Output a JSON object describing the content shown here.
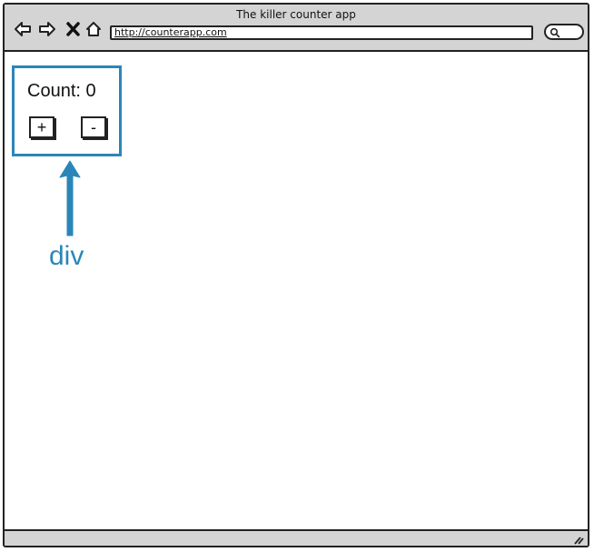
{
  "window": {
    "title": "The killer counter app"
  },
  "toolbar": {
    "back_icon": "arrow-left-icon",
    "forward_icon": "arrow-right-icon",
    "stop_icon": "close-icon",
    "home_icon": "home-icon",
    "url": "http://counterapp.com",
    "search_icon": "search-icon"
  },
  "counter": {
    "label": "Count: 0",
    "increment_label": "+",
    "decrement_label": "-"
  },
  "annotation": {
    "label": "div",
    "color": "#2a86b8"
  },
  "statusbar": {
    "grip_icon": "resize-grip-icon"
  }
}
